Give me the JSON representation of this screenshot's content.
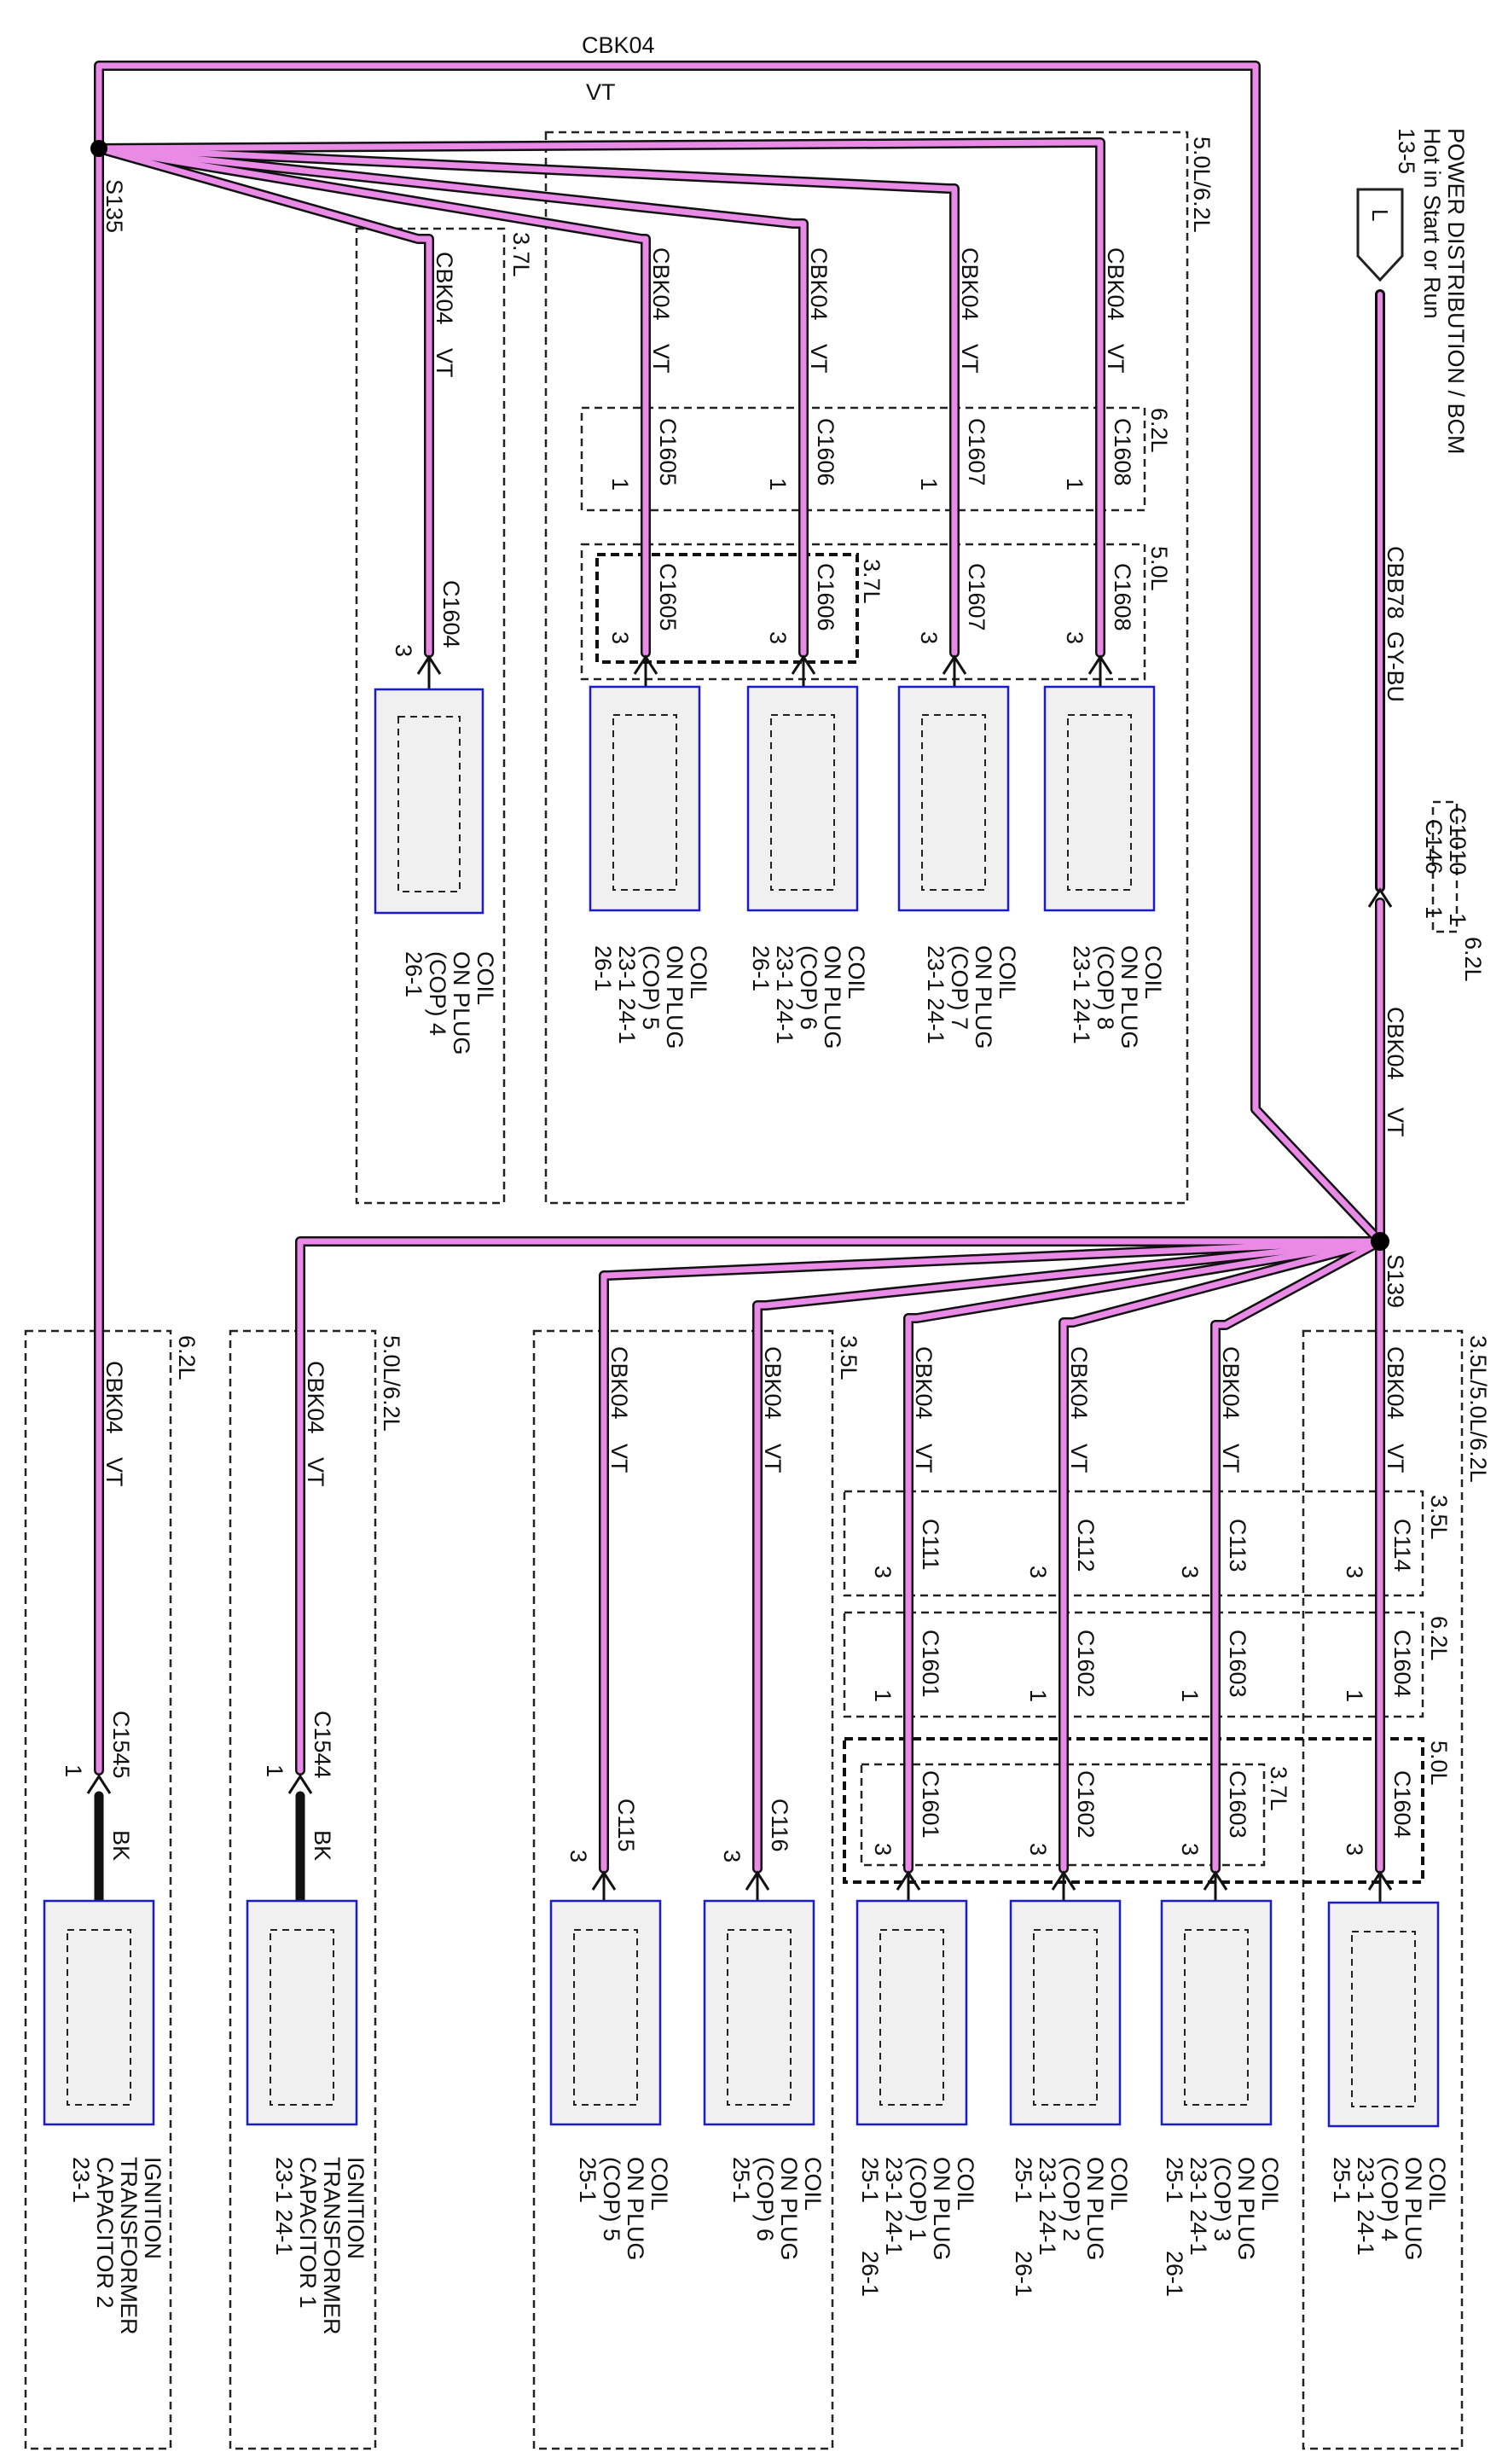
{
  "labels": {
    "cbk04": "CBK04",
    "vt": "VT",
    "cbb78": "CBB78",
    "gy_bu": "GY-BU",
    "bk": "BK",
    "s135": "S135",
    "s139": "S139",
    "pin1": "1",
    "pin3": "3",
    "pin_l": "L",
    "c146": "C146",
    "c1010": "C1010",
    "fuse_ref": "13-5",
    "power_title": "POWER DISTRIBUTION / BCM",
    "power_sub": "Hot in Start or Run"
  },
  "engines": {
    "e37": "3.7L",
    "e35": "3.5L",
    "e50": "5.0L",
    "e62": "6.2L",
    "e5062": "5.0L/6.2L",
    "e355062": "3.5L/5.0L/6.2L"
  },
  "connectors": {
    "c1601": "C1601",
    "c1602": "C1602",
    "c1603": "C1603",
    "c1604": "C1604",
    "c1605": "C1605",
    "c1606": "C1606",
    "c1607": "C1607",
    "c1608": "C1608",
    "c111": "C111",
    "c112": "C112",
    "c113": "C113",
    "c114": "C114",
    "c115": "C115",
    "c116": "C116",
    "c1544": "C1544",
    "c1545": "C1545"
  },
  "components": {
    "coil_line1": "COIL",
    "coil_line2": "ON PLUG",
    "cop1": "(COP) 1",
    "cop2": "(COP) 2",
    "cop3": "(COP) 3",
    "cop4": "(COP) 4",
    "cop5": "(COP) 5",
    "cop6": "(COP) 6",
    "cop7": "(COP) 7",
    "cop8": "(COP) 8",
    "itc_line1": "IGNITION",
    "itc_line2": "TRANSFORMER",
    "itc_cap1": "CAPACITOR 1",
    "itc_cap2": "CAPACITOR 2"
  },
  "pages": {
    "p23": "23-1",
    "p24": "24-1",
    "p25": "25-1",
    "p26": "26-1",
    "p23_24": "23-1  24-1"
  },
  "colors": {
    "wire_vt": "#e88ae6",
    "wire_gybu": "#3a4bc8",
    "wire_bk": "#000000",
    "component_outline": "#1a1ad0"
  }
}
